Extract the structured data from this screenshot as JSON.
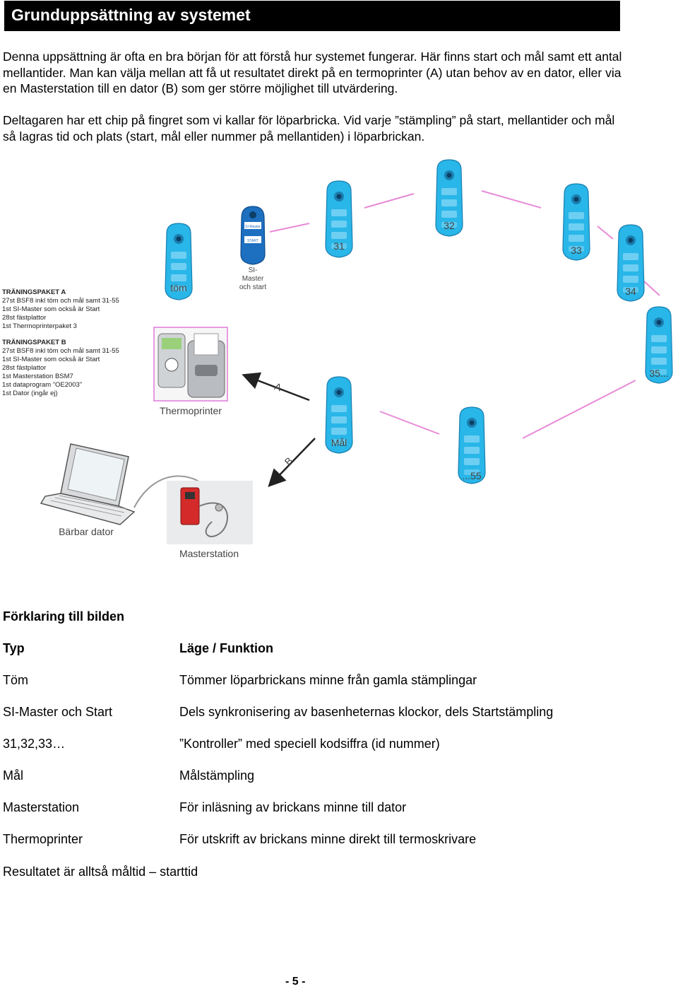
{
  "header": {
    "title": "Grunduppsättning av systemet"
  },
  "intro": {
    "p1": "Denna uppsättning är ofta en bra början för att förstå hur systemet fungerar. Här finns start och mål samt ett antal mellantider. Man kan välja mellan att få ut resultatet direkt på en termoprinter (A) utan behov av en dator, eller via en Masterstation till en dator (B) som ger större möjlighet till utvärdering.",
    "p2": "Deltagaren har ett chip på fingret som vi kallar för löparbricka. Vid varje ”stämpling” på start, mellantider och mål så lagras tid och plats (start, mål eller nummer på mellantiden) i löparbrickan."
  },
  "diagram": {
    "labels": {
      "tom": "töm",
      "si_master_line1": "SI-",
      "si_master_line2": "Master",
      "si_master_line3": "och start",
      "si_master_screen1": "SI-Master",
      "si_master_screen2": "START",
      "c31": "31",
      "c32": "32",
      "c33": "33",
      "c34": "34",
      "c35": "35...",
      "mal": "Mål",
      "c55": "...55",
      "arrow_a": "A",
      "arrow_b": "B",
      "thermoprinter": "Thermoprinter",
      "laptop": "Bärbar dator",
      "masterstation": "Masterstation"
    },
    "package_a": {
      "title": "TRÄNINGSPAKET A",
      "lines": [
        "27st BSF8 inkl töm och mål samt 31-55",
        "1st SI-Master som också är Start",
        "28st fästplattor",
        "1st Thermoprinterpaket 3"
      ]
    },
    "package_b": {
      "title": "TRÄNINGSPAKET B",
      "lines": [
        "27st BSF8 inkl töm och mål samt 31-55",
        "1st SI-Master som också är Start",
        "28st fästplattor",
        "1st Masterstation BSM7",
        "1st dataprogram ”OE2003”",
        "1st Dator (ingår ej)"
      ]
    },
    "colors": {
      "unit": "#29b6e8",
      "unit_dark": "#1a7fb0",
      "master": "#1d6fc0",
      "dash": "#e88ad8",
      "arrow": "#222222"
    }
  },
  "legend": {
    "title": "Förklaring till bilden",
    "header": {
      "type": "Typ",
      "function": "Läge / Funktion"
    },
    "rows": [
      {
        "type": "Töm",
        "function": "Tömmer löparbrickans minne från gamla stämplingar"
      },
      {
        "type": "SI-Master och Start",
        "function": "Dels synkronisering av basenheternas klockor, dels Startstämpling"
      },
      {
        "type": "31,32,33…",
        "function": "”Kontroller” med speciell kodsiffra (id nummer)"
      },
      {
        "type": "Mål",
        "function": "Målstämpling"
      },
      {
        "type": "Masterstation",
        "function": "För inläsning av brickans minne till dator"
      },
      {
        "type": "Thermoprinter",
        "function": "För utskrift av brickans minne direkt till termoskrivare"
      }
    ],
    "result": "Resultatet är alltså måltid – starttid"
  },
  "footer": {
    "page_number": "- 5 -"
  }
}
